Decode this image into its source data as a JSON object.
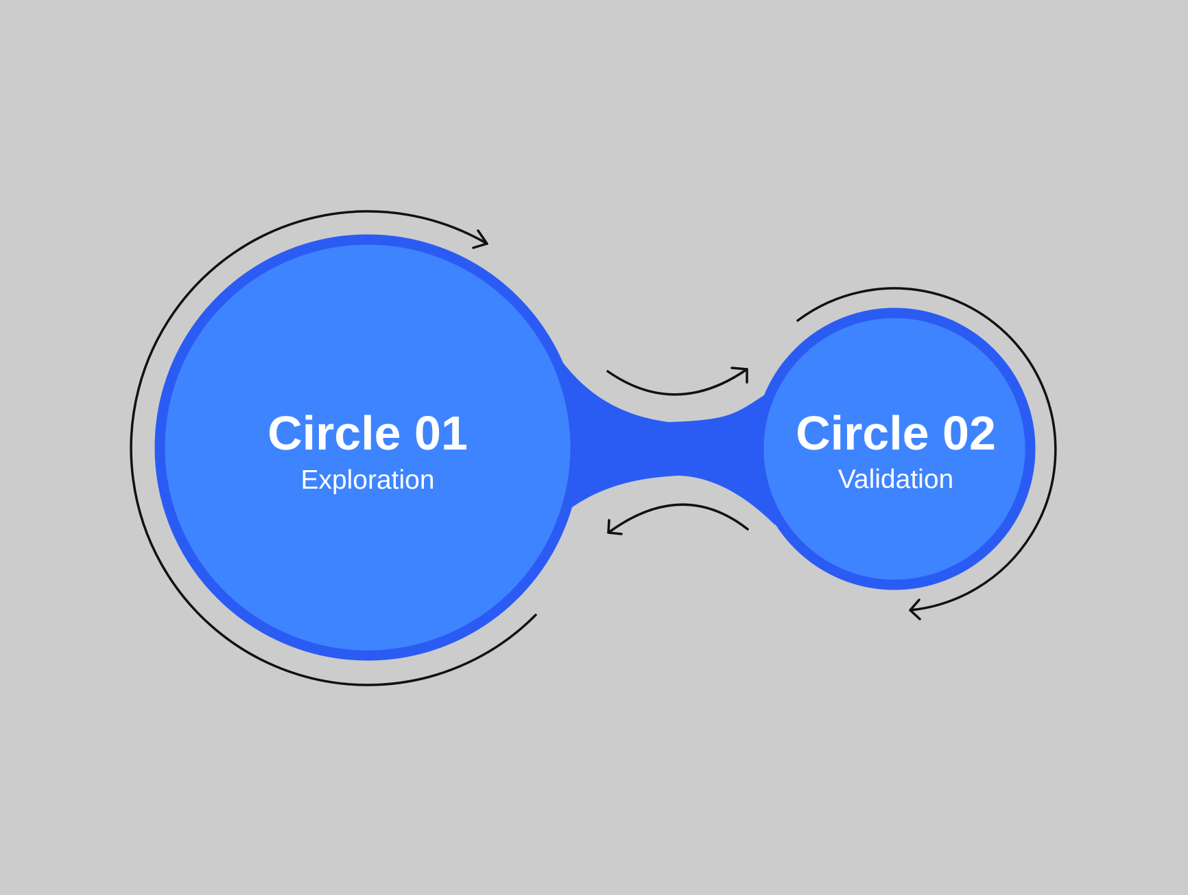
{
  "colors": {
    "background": "#cccccc",
    "circle_fill": "#3f84ff",
    "circle_border": "#2a5cf4",
    "arrow": "#111111",
    "text": "#ffffff"
  },
  "circles": [
    {
      "title": "Circle 01",
      "subtitle": "Exploration"
    },
    {
      "title": "Circle 02",
      "subtitle": "Validation"
    }
  ]
}
